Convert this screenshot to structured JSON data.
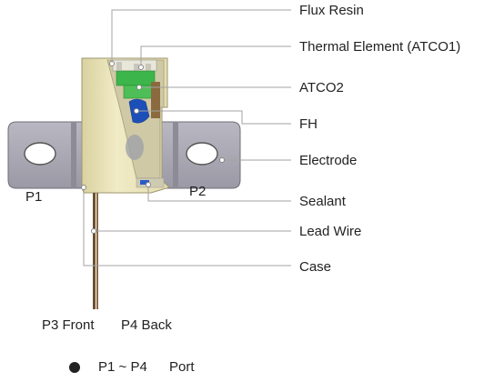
{
  "callouts": [
    {
      "id": "flux-resin",
      "text": "Flux Resin"
    },
    {
      "id": "thermal-element",
      "text": "Thermal Element (ATCO1)"
    },
    {
      "id": "atco2",
      "text": "ATCO2"
    },
    {
      "id": "fh",
      "text": "FH"
    },
    {
      "id": "electrode",
      "text": "Electrode"
    },
    {
      "id": "sealant",
      "text": "Sealant"
    },
    {
      "id": "lead-wire",
      "text": "Lead Wire"
    },
    {
      "id": "case",
      "text": "Case"
    }
  ],
  "parts": {
    "p1": "P1",
    "p2": "P2",
    "p3": "P3 Front",
    "p4": "P4 Back"
  },
  "legend": {
    "range": "P1 ~ P4",
    "meaning": "Port"
  },
  "colors": {
    "electrode_fill": "#a8a7b2",
    "case_fill": "#eae3b8",
    "element_green": "#3cb54a",
    "fh_blue": "#1d4fb8",
    "wire_brown": "#7a5b3a",
    "leader_line": "#a0a0a0"
  }
}
